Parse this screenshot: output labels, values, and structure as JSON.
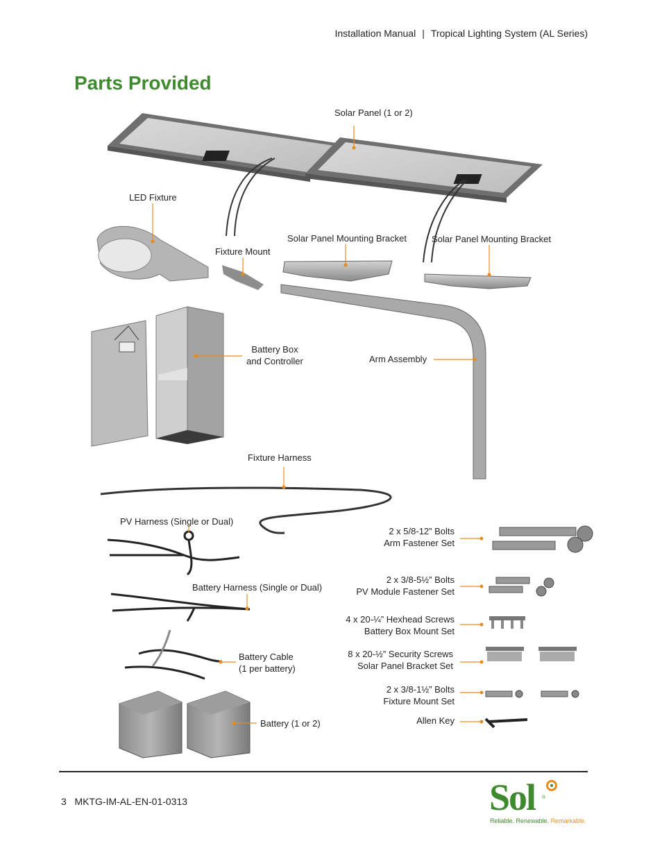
{
  "header": {
    "manual": "Installation Manual",
    "separator": "|",
    "system": "Tropical Lighting System (AL Series)"
  },
  "page_title": "Parts Provided",
  "labels": {
    "solar_panel": "Solar  Panel (1 or 2)",
    "led_fixture": "LED Fixture",
    "fixture_mount": "Fixture Mount",
    "solar_bracket_1": "Solar Panel Mounting Bracket",
    "solar_bracket_2": "Solar Panel Mounting Bracket",
    "battery_box_1": "Battery Box",
    "battery_box_2": "and Controller",
    "arm_assembly": "Arm Assembly",
    "fixture_harness": "Fixture Harness",
    "pv_harness": "PV Harness (Single or Dual)",
    "battery_harness": "Battery Harness (Single or Dual)",
    "battery_cable_1": "Battery Cable",
    "battery_cable_2": "(1 per battery)",
    "battery": "Battery (1 or 2)"
  },
  "hardware": [
    {
      "line1": "2 x 5/8-12” Bolts",
      "line2": "Arm Fastener Set"
    },
    {
      "line1": "2 x 3/8-5½” Bolts",
      "line2": "PV Module Fastener Set"
    },
    {
      "line1": "4 x 20-¼” Hexhead Screws",
      "line2": "Battery Box Mount Set"
    },
    {
      "line1": "8 x 20-½” Security Screws",
      "line2": "Solar Panel Bracket Set"
    },
    {
      "line1": "2 x 3/8-1½” Bolts",
      "line2": "Fixture Mount Set"
    },
    {
      "line1": "Allen Key",
      "line2": ""
    }
  ],
  "footer": {
    "page_number": "3",
    "doc_code": "MKTG-IM-AL-EN-01-0313"
  },
  "logo": {
    "word": "Sol",
    "tagline_a": "Reliable. Renewable. ",
    "tagline_b": "Remarkable."
  },
  "colors": {
    "title_green": "#3f8a2e",
    "callout_orange": "#e98b1a",
    "metal_gray": "#9a9a9a"
  }
}
